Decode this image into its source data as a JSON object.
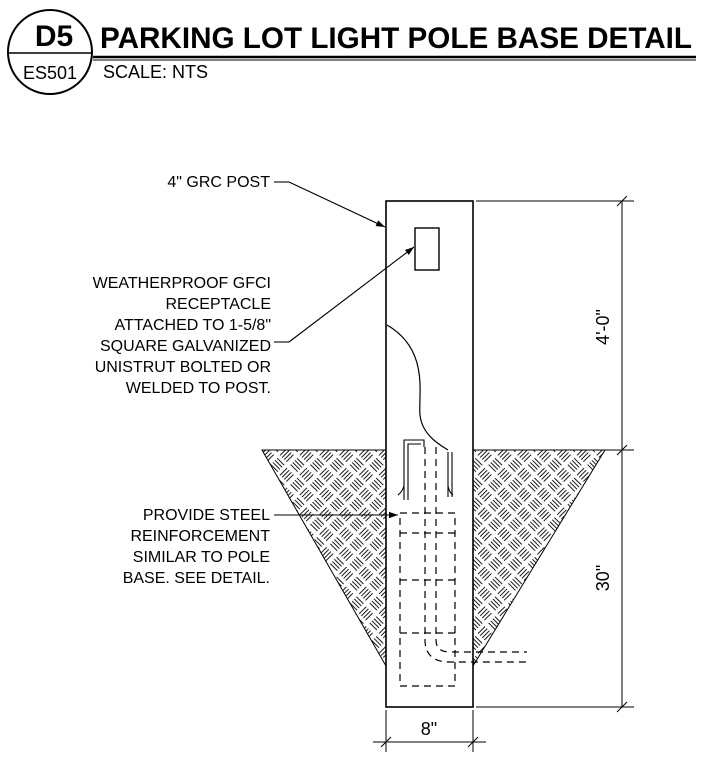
{
  "title_block": {
    "detail_id": "D5",
    "sheet": "ES501",
    "title": "PARKING LOT LIGHT POLE BASE DETAIL",
    "scale": "SCALE: NTS"
  },
  "callouts": {
    "post": "4\" GRC POST",
    "gfci": [
      "WEATHERPROOF GFCI",
      "RECEPTACLE",
      "ATTACHED TO 1-5/8\"",
      "SQUARE GALVANIZED",
      "UNISTRUT BOLTED OR",
      "WELDED TO POST."
    ],
    "reinforcement": [
      "PROVIDE STEEL",
      "REINFORCEMENT",
      "SIMILAR TO POLE",
      "BASE. SEE DETAIL."
    ]
  },
  "dimensions": {
    "above_grade": "4'-0\"",
    "below_grade": "30\"",
    "width": "8\""
  }
}
